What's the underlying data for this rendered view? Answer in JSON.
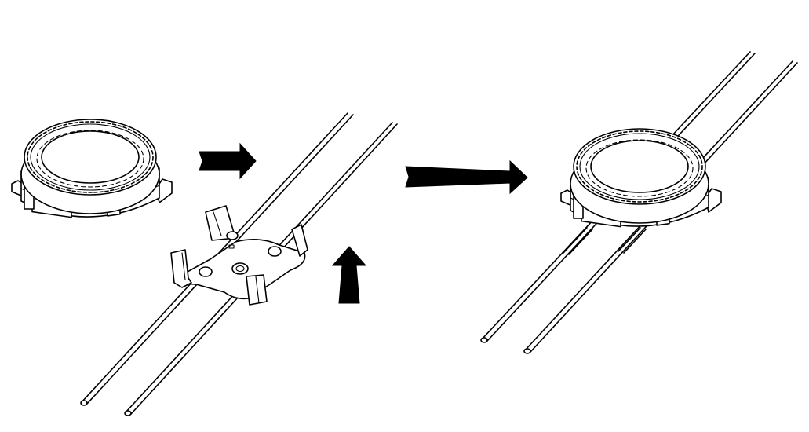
{
  "diagram": {
    "steps": [
      {
        "id": "lamp-unit",
        "icon": "lamp-unit-icon"
      },
      {
        "id": "base-clip-on-cable",
        "icon": "cable-clip-icon"
      },
      {
        "id": "assembled-unit-on-cable",
        "icon": "assembled-lamp-icon"
      }
    ],
    "arrows": [
      {
        "id": "arrow-right-small",
        "direction": "right"
      },
      {
        "id": "arrow-up",
        "direction": "up"
      },
      {
        "id": "arrow-right-large",
        "direction": "right"
      }
    ],
    "colors": {
      "line": "#000000",
      "fill": "#ffffff"
    }
  }
}
